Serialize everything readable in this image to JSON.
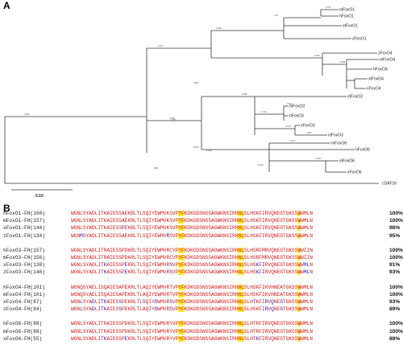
{
  "panels": {
    "a": "A",
    "b": "B"
  },
  "tree": {
    "leaves": [
      "mFoxO1",
      "hFoxO1",
      "xtFoxO1",
      "zFoxO1",
      "zFoxO4",
      "mFoxO4",
      "hFoxO4",
      "xtFoxO4",
      "xFoxO4",
      "xtFoxO3",
      "mFoxO3",
      "hFoxO3",
      "xFoxO3",
      "xtFoxO3",
      "mFoxO6",
      "hFoxO6",
      "xtFoxO6",
      "xFoxO6",
      "cDAF16"
    ],
    "bootstrap": [
      "0.983",
      "0.913",
      "0.939",
      "1.00",
      "0.974",
      "0.955",
      "0.808",
      "0.856",
      "0.938",
      "0.928",
      "0.742",
      "0.993",
      "0.979",
      "0.992",
      "0.915",
      "0.963",
      "0.944",
      "0.995",
      "0.917",
      "0.955",
      "0.895",
      "0.839",
      "0.948",
      "0.71",
      "0.21"
    ],
    "scale_label": "0.10"
  },
  "alignment": {
    "groups": [
      {
        "rows": [
          {
            "name": "hFoxO1-FH(160)",
            "seq": "WGNLSYADLITKAIESSAEKRLTLSQIYEWMVKSVPYFKDKGDSNSSAGWKNSIRHNLSLHSKFIRVQNEGTGKSSWWMLN",
            "pct": "100%"
          },
          {
            "name": "mFoxO1-FH(157)",
            "seq": "WGNLSYADLITKAIESSAEKRLTLSQIYEWMVKSVPYFKDKGDSNSSAGWKNSIRHNLSLHSKFIRVQNEGTGKSSWWMLN",
            "pct": "100%"
          },
          {
            "name": "xFoxO1-FH(144)",
            "seq": "WGNLSYADLITKAIESSPEKRLTLSQIYEWMVKSVPYFKDKGDSNSSAGWKNSIRHNLSLHSKFIRVQNEGTGKSSWWMLN",
            "pct": "98%"
          },
          {
            "name": "zFoxO1-FH(134)",
            "seq": "WGNMSYADLITKAIESSAEKRLTLSQIYEWMVRSVPYFKDKGDSNSSAGWKNSIRHNLSLHSKFIRVQNEGTGKSSWWMLN",
            "pct": "95%"
          }
        ]
      },
      {
        "rows": [
          {
            "name": "hFoxO3-FH(157)",
            "seq": "WGNLSYADLITRAIESSPDKRLTLSQIYEWMVRCVPYFKDKGDSNSSAGWKNSIRHNLSLHSRFMRVQNEGTGKSSWWIIN",
            "pct": "100%"
          },
          {
            "name": "mFoxO3-FH(156)",
            "seq": "WGNLSYADLITRAIESSPDKRLTLSQIYEWMVRCVPYFKDKGDSNSSAGWKNSIRHNLSLHSRFMRVQNEGTGKSSWWIIN",
            "pct": "100%"
          },
          {
            "name": "xFoxO3-FH(138)",
            "seq": "WGNLSYADLITKAIESSPEKRLTLSQIYEWMVRSVPYFKDKGDSNSSAGWKNSIRHNLSLHSKFIRVQNEGTGKSSWWMLN",
            "pct": "91%"
          },
          {
            "name": "zFoxO3-FH(146)",
            "seq": "WGNLSYADLITKAIESSPEKRLTLSQIYEWMVRSVPYFKDKGDSNSSAGWKNSIRHNLSLHSKFIRVQNEGTGKSSWWMLN",
            "pct": "93%"
          }
        ]
      },
      {
        "rows": [
          {
            "name": "hFoxO4-FH(101)",
            "seq": "WGNQSYAELISQAIESAPEKRLTLAQIYEWMVRTVPYFKDKGDSNSSAGWKNSIRHNLSLHSKFIKVHNEATGKSSWWMLN",
            "pct": "100%"
          },
          {
            "name": "mFoxO4-FH(101)",
            "seq": "WGNQSYAELISQAIESAPEKRLTLAQIYEWMVRTVPYFKDKGDSNSSAGWKNSIRHNLSLHSKFIKVHNEATGKSSWWMLN",
            "pct": "100%"
          },
          {
            "name": "xFoxO4-FH(87)",
            "seq": "WGNLSYADLITKAIESSPEKRLTLSQIYDWMVRSVPYFKDKGDSNSSAGWKNSIRHNLSLHTKFIRVQNEGTGKSSWWMLN",
            "pct": "93%"
          },
          {
            "name": "zFoxO4-FH(94)",
            "seq": "WGNLSYADLITKAIESSPEKRLTLAQIYDWMVRSVPYFKDKGDSNSSAGWKNSIRHNLSLHSKFIRVQNEGTGKSSWWMLN",
            "pct": "89%"
          }
        ]
      },
      {
        "rows": [
          {
            "name": "hFoxO6-FH(88)",
            "seq": "WGNLSYADLITRAIESSPDKRLTLSQIYEWMVRYVPYFKDKGDSNSSAGWKNSIRHNLSLHTRFIRVQNEGTGKSSWWMLN",
            "pct": "100%"
          },
          {
            "name": "mFoxO6-FH(88)",
            "seq": "WGNLSYADLITRAIESSPDKRLTLSQIYEWMVRYVPYFKDKGDSNSSAGWKNSIRHNLSLHTRFIRVQNEGTGKSSWWMLN",
            "pct": "100%"
          },
          {
            "name": "xFoxO6-FH(55)",
            "seq": "WGNLSYADLITKAIESSPEKRLTLSQIYEWMVRYVPYFKDKGDSNSSAGWKNSIRHNLSLHTKFIRVQNEGTGKSSWWMLN",
            "pct": "88%"
          }
        ]
      }
    ],
    "colors": {
      "conserved": "#d11a1a",
      "variable": "#1a1ad1",
      "highlight": "#ffee33"
    }
  }
}
